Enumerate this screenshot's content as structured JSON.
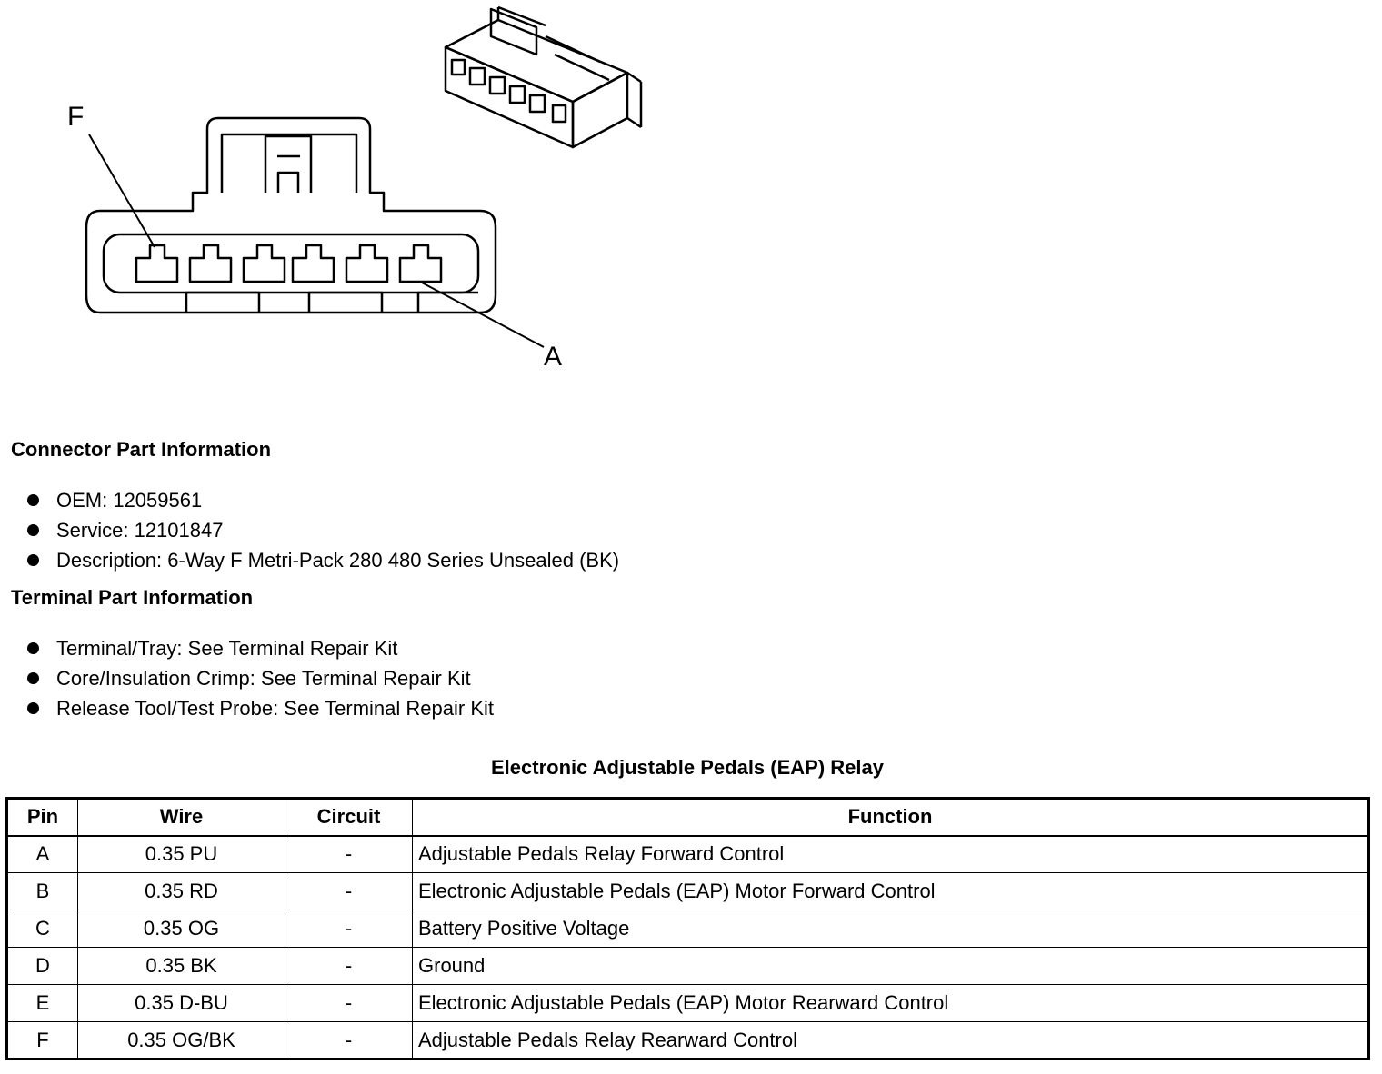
{
  "diagram": {
    "label_f": "F",
    "label_a": "A"
  },
  "connector_info": {
    "title": "Connector Part Information",
    "items": [
      "OEM: 12059561",
      "Service: 12101847",
      "Description: 6-Way F Metri-Pack 280 480 Series Unsealed (BK)"
    ]
  },
  "terminal_info": {
    "title": "Terminal Part Information",
    "items": [
      "Terminal/Tray: See Terminal Repair Kit",
      "Core/Insulation Crimp: See Terminal Repair Kit",
      "Release Tool/Test Probe: See Terminal Repair Kit"
    ]
  },
  "table": {
    "caption": "Electronic Adjustable Pedals (EAP) Relay",
    "headers": [
      "Pin",
      "Wire",
      "Circuit",
      "Function"
    ],
    "rows": [
      [
        "A",
        "0.35 PU",
        "-",
        "Adjustable Pedals Relay Forward Control"
      ],
      [
        "B",
        "0.35 RD",
        "-",
        "Electronic Adjustable Pedals (EAP) Motor Forward Control"
      ],
      [
        "C",
        "0.35 OG",
        "-",
        "Battery Positive Voltage"
      ],
      [
        "D",
        "0.35 BK",
        "-",
        "Ground"
      ],
      [
        "E",
        "0.35 D-BU",
        "-",
        "Electronic Adjustable Pedals (EAP) Motor Rearward Control"
      ],
      [
        "F",
        "0.35 OG/BK",
        "-",
        "Adjustable Pedals Relay Rearward Control"
      ]
    ]
  }
}
